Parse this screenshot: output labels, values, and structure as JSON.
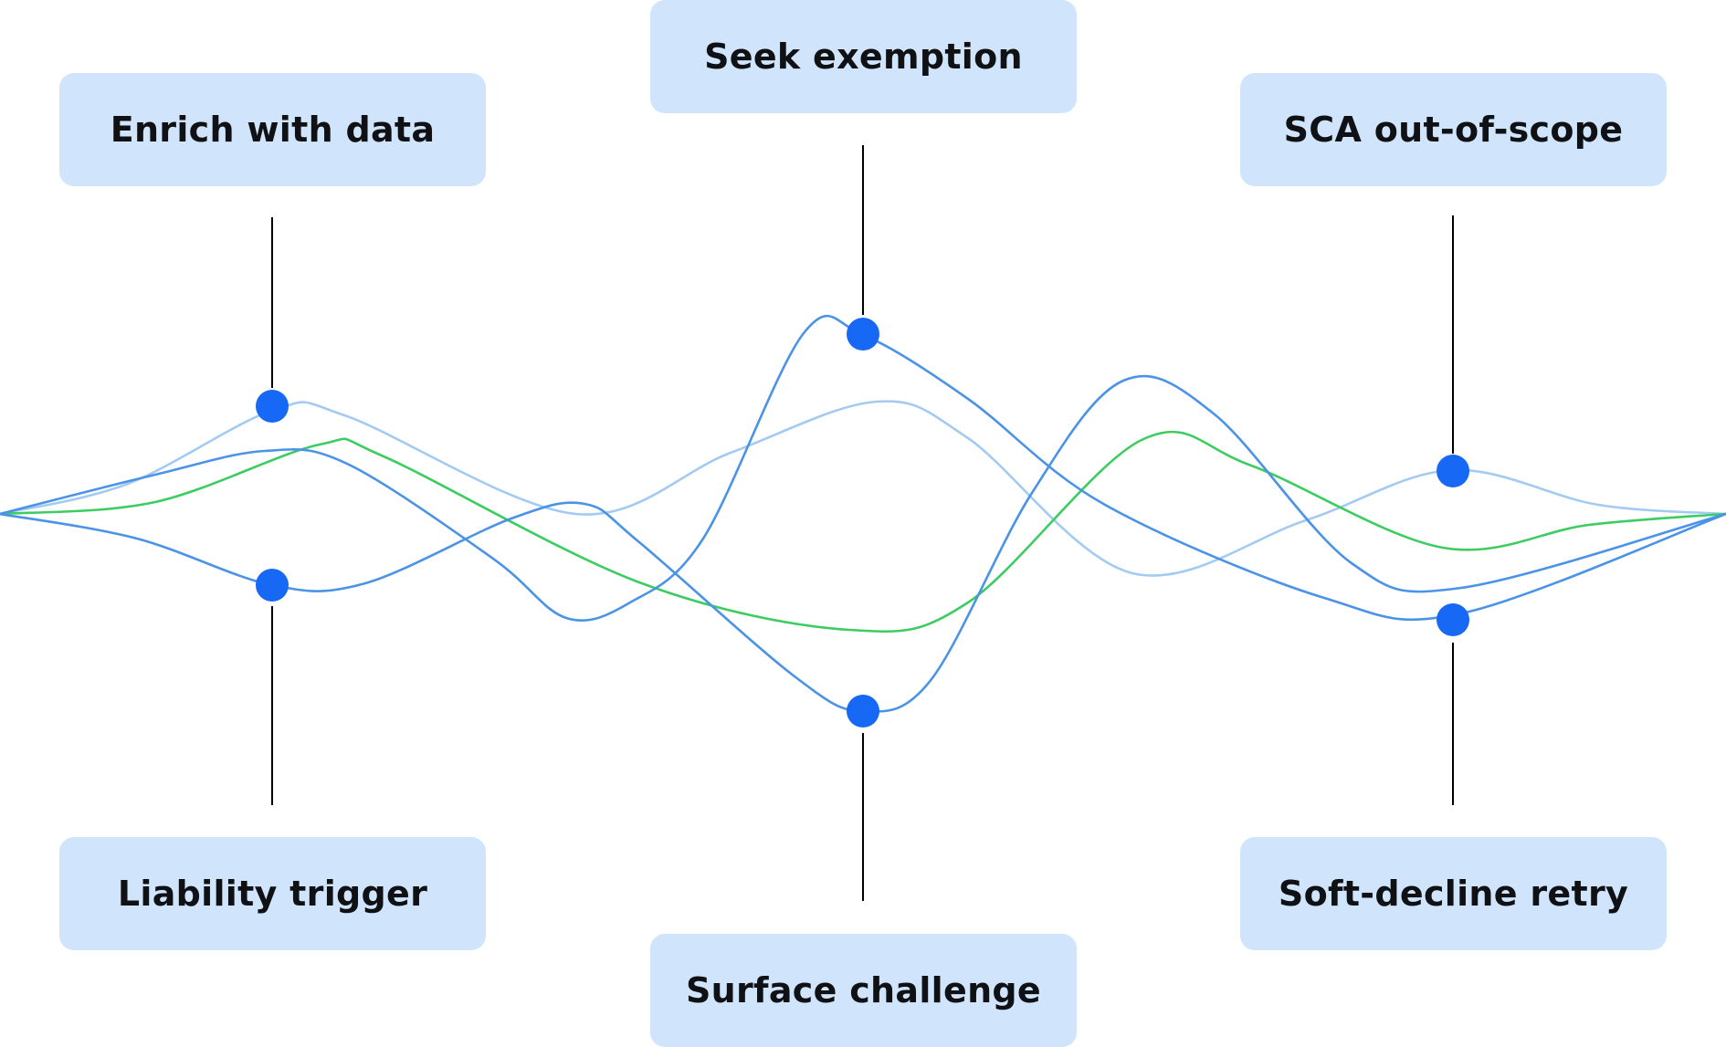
{
  "colors": {
    "box_fill": "#d0e5fb",
    "line_mid_blue": "#4a93e6",
    "line_light_blue": "#a3cbf2",
    "line_green": "#3dcc62",
    "dot": "#1768f5",
    "connector": "#000000"
  },
  "labels": {
    "enrich": "Enrich with data",
    "seek": "Seek exemption",
    "sca": "SCA out-of-scope",
    "liability": "Liability trigger",
    "surface": "Surface challenge",
    "soft": "Soft-decline retry"
  }
}
